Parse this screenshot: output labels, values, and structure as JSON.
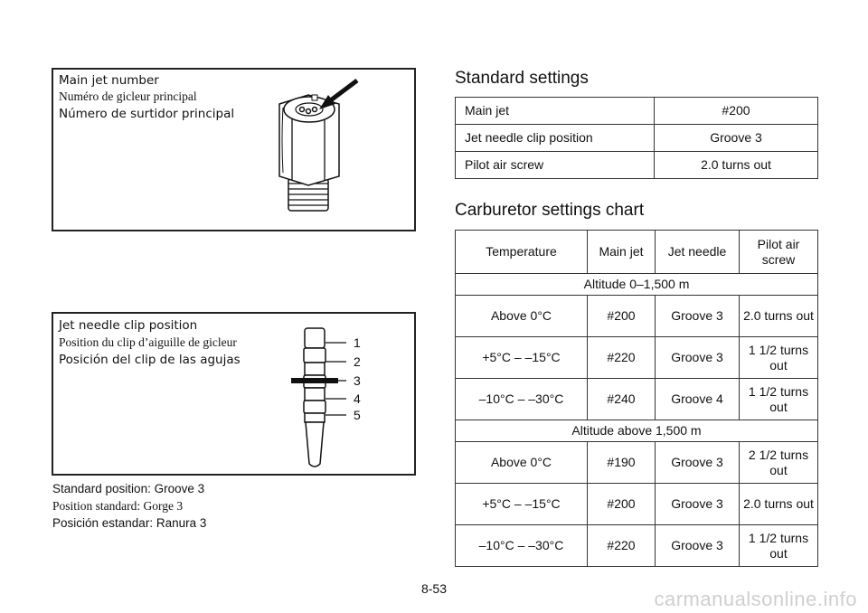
{
  "main_jet_box": {
    "title_en": "Main jet number",
    "title_fr": "Numéro de gicleur principal",
    "title_es": "Número de surtidor principal"
  },
  "clip_box": {
    "title_en": "Jet needle clip position",
    "title_fr": "Position du clip d’aiguille de gicleur",
    "title_es": "Posición del clip de las agujas",
    "grooves": [
      "1",
      "2",
      "3",
      "4",
      "5"
    ]
  },
  "caption": {
    "en": "Standard position: Groove 3",
    "fr": "Position standard: Gorge 3",
    "es": "Posición estandar: Ranura 3"
  },
  "standard_settings": {
    "heading": "Standard settings",
    "rows": [
      {
        "label": "Main jet",
        "value": "#200"
      },
      {
        "label": "Jet needle clip position",
        "value": "Groove 3"
      },
      {
        "label": "Pilot air screw",
        "value": "2.0 turns out"
      }
    ]
  },
  "carb_chart": {
    "heading": "Carburetor settings chart",
    "headers": [
      "Temperature",
      "Main jet",
      "Jet needle",
      "Pilot air screw"
    ],
    "sections": [
      {
        "title": "Altitude 0–1,500 m",
        "rows": [
          [
            "Above 0°C",
            "#200",
            "Groove 3",
            "2.0 turns out"
          ],
          [
            "+5°C – –15°C",
            "#220",
            "Groove 3",
            "1 1/2 turns out"
          ],
          [
            "–10°C – –30°C",
            "#240",
            "Groove 4",
            "1 1/2 turns out"
          ]
        ]
      },
      {
        "title": "Altitude above 1,500 m",
        "rows": [
          [
            "Above 0°C",
            "#190",
            "Groove 3",
            "2 1/2 turns out"
          ],
          [
            "+5°C – –15°C",
            "#200",
            "Groove 3",
            "2.0 turns out"
          ],
          [
            "–10°C – –30°C",
            "#220",
            "Groove 3",
            "1 1/2 turns out"
          ]
        ]
      }
    ]
  },
  "page_number": "8-53",
  "watermark": "carmanualsonline.info"
}
